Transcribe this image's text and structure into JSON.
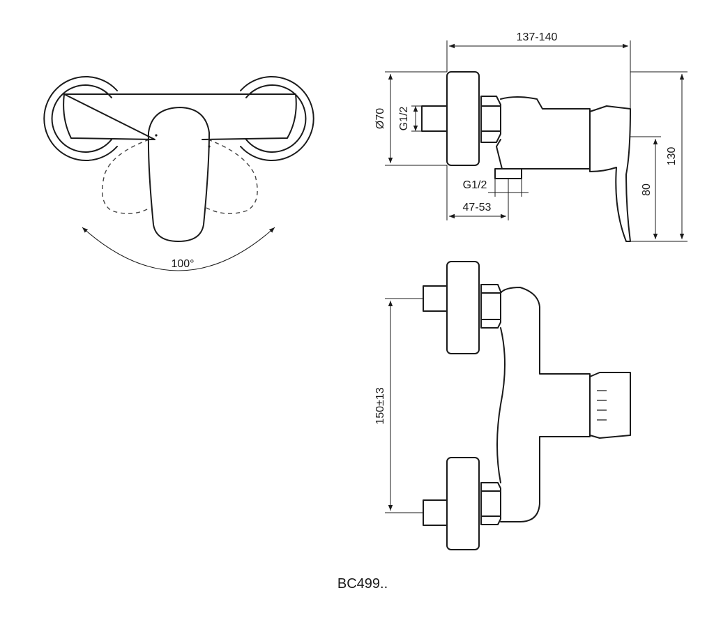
{
  "dimensions": {
    "overall_depth": "137-140",
    "flange_diameter": "Ø70",
    "inlet_thread": "G1/2",
    "outlet_thread": "G1/2",
    "outlet_offset": "47-53",
    "outlet_height": "80",
    "total_height": "130",
    "inlet_spacing": "150±13",
    "rotation_angle": "100°"
  },
  "product_code": "BC499.."
}
